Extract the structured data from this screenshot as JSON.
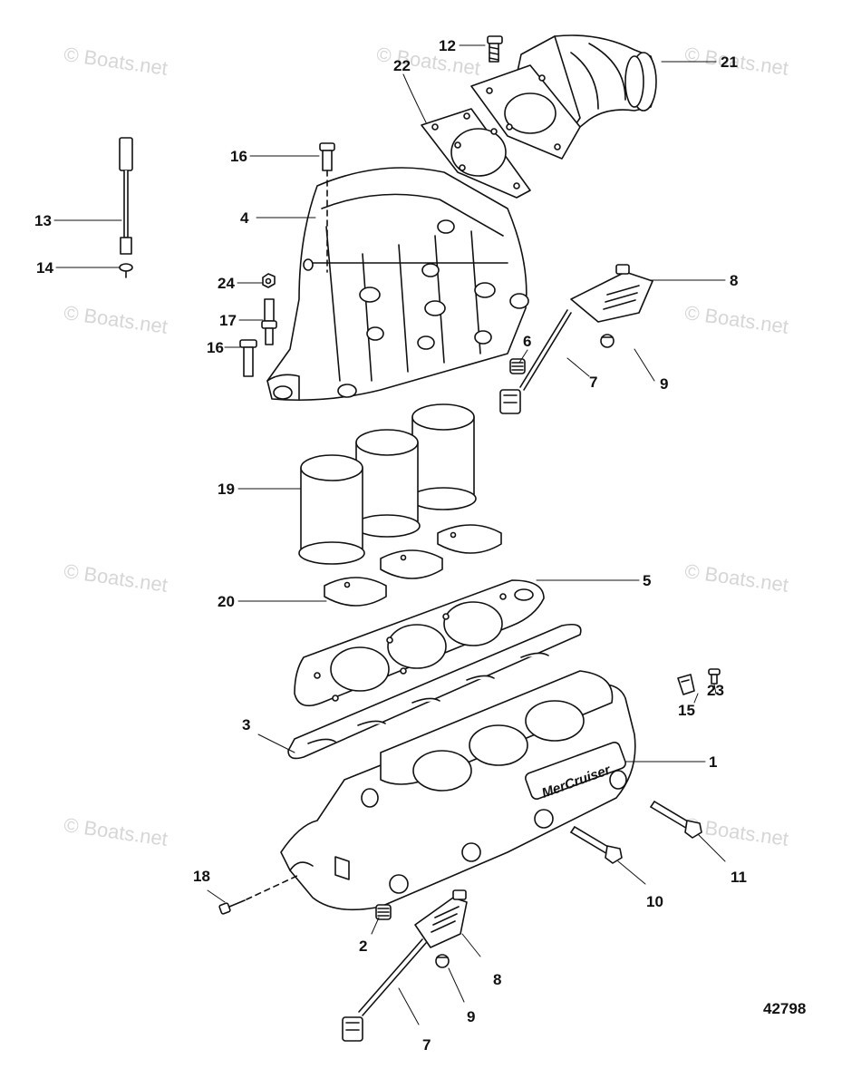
{
  "watermark": "© Boats.net",
  "figure_number": "42798",
  "brand_text": "MerCruiser",
  "callouts": {
    "c1": "1",
    "c2": "2",
    "c3": "3",
    "c4": "4",
    "c5": "5",
    "c6": "6",
    "c7a": "7",
    "c7b": "7",
    "c8a": "8",
    "c8b": "8",
    "c9a": "9",
    "c9b": "9",
    "c10": "10",
    "c11": "11",
    "c12": "12",
    "c13": "13",
    "c14": "14",
    "c15": "15",
    "c16a": "16",
    "c16b": "16",
    "c17": "17",
    "c18": "18",
    "c19": "19",
    "c20": "20",
    "c21": "21",
    "c22": "22",
    "c23": "23",
    "c24": "24"
  }
}
